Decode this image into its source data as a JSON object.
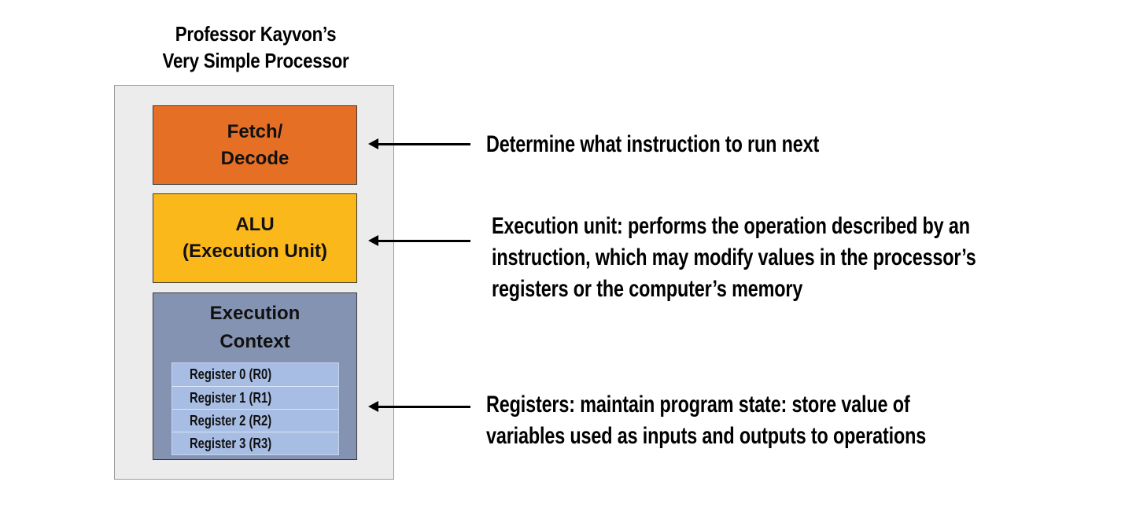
{
  "title": {
    "line1": "Professor Kayvon’s",
    "line2": "Very Simple Processor"
  },
  "blocks": {
    "fetch_decode": {
      "line1": "Fetch/",
      "line2": "Decode",
      "color": "#e56f25"
    },
    "alu": {
      "line1": "ALU",
      "line2": "(Execution Unit)",
      "color": "#fbb81b"
    },
    "execution_context": {
      "line1": "Execution",
      "line2": "Context",
      "color": "#8593b3"
    }
  },
  "registers": [
    "Register 0  (R0)",
    "Register 1  (R1)",
    "Register 2  (R2)",
    "Register 3  (R3)"
  ],
  "descriptions": {
    "fetch_decode": [
      "Determine what instruction to run next"
    ],
    "alu": [
      "Execution unit: performs the operation described by an",
      "instruction, which may modify values in the processor’s",
      "registers or the computer’s memory"
    ],
    "registers": [
      "Registers: maintain program state: store value of",
      "variables used as inputs and outputs to operations"
    ]
  }
}
